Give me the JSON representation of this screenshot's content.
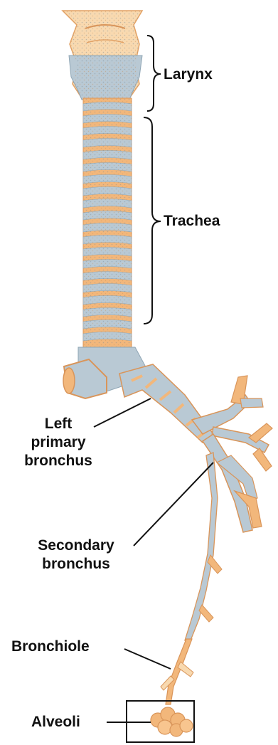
{
  "labels": {
    "larynx": "Larynx",
    "trachea": "Trachea",
    "left_primary_bronchus": [
      "Left",
      "primary",
      "bronchus"
    ],
    "secondary_bronchus": [
      "Secondary",
      "bronchus"
    ],
    "bronchiole": "Bronchiole",
    "alveoli": "Alveoli"
  },
  "colors": {
    "cartilage_blue": "#b9c9d4",
    "tissue_orange": "#f2b77b",
    "tissue_light": "#f8d9b0",
    "label_text": "#111111",
    "leader_line": "#111111",
    "background": "#ffffff"
  }
}
